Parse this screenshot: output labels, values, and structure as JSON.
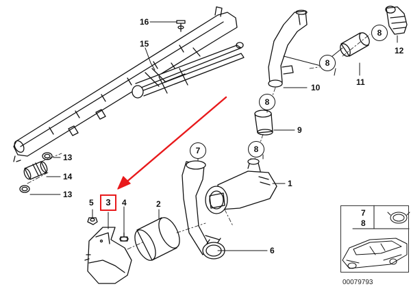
{
  "diagram": {
    "accent_color": "#e8191b",
    "line_color": "#111111",
    "callouts": [
      "1",
      "2",
      "3",
      "4",
      "5",
      "6",
      "7",
      "8",
      "9",
      "10",
      "11",
      "12",
      "13",
      "14",
      "15",
      "16"
    ],
    "circled_refs": [
      "7",
      "8",
      "8",
      "8",
      "8"
    ],
    "highlighted_part": "3",
    "inset_labels": [
      "7",
      "8"
    ],
    "catalog_number": "00079793"
  }
}
